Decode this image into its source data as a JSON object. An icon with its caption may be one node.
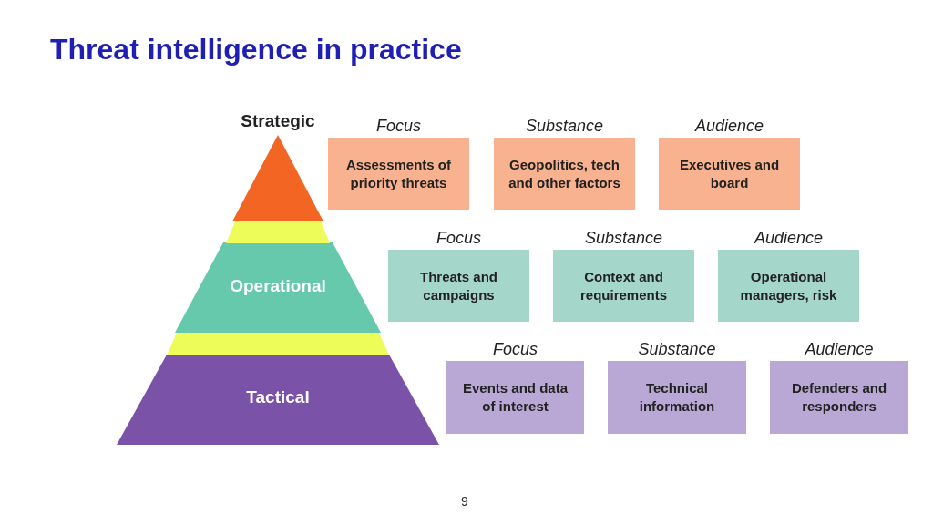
{
  "diagram": {
    "title": "Threat intelligence in practice",
    "nodes": [
      {
        "text": [
          "Strategic"
        ]
      },
      {
        "text": [
          "Focus",
          "Assessments of priority threats"
        ]
      },
      {
        "text": [
          "Substance",
          "Geopolitics, tech and other factors"
        ]
      },
      {
        "text": [
          "Audience",
          "Executives and board"
        ]
      },
      {
        "text": [
          "Operational"
        ]
      },
      {
        "text": [
          "Focus",
          "Threats and campaigns"
        ]
      },
      {
        "text": [
          "Substance",
          "Context and requirements"
        ]
      },
      {
        "text": [
          "Audience",
          "Operational managers, risk"
        ]
      },
      {
        "text": [
          "Tactical"
        ]
      },
      {
        "text": [
          "Focus",
          "Events and data of interest"
        ]
      },
      {
        "text": [
          "Substance",
          "Technical information"
        ]
      },
      {
        "text": [
          "Audience",
          "Defenders and responders"
        ]
      },
      {
        "text": [],
        "shape": "band"
      },
      {
        "text": [],
        "shape": "band"
      }
    ],
    "edges": [],
    "labels": [
      "9"
    ]
  }
}
